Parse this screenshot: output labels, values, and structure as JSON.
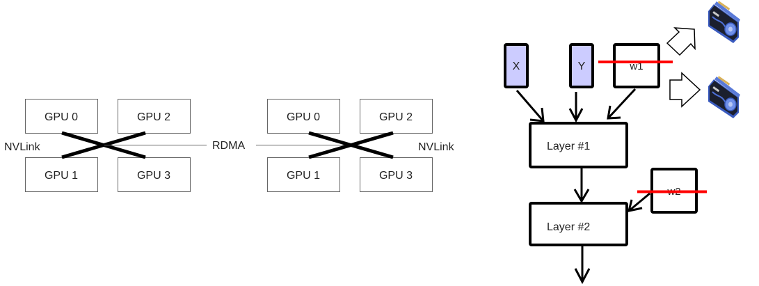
{
  "left_cluster": {
    "gpus": [
      "GPU 0",
      "GPU 2",
      "GPU 1",
      "GPU 3"
    ],
    "interconnect_label": "NVLink"
  },
  "network_label": "RDMA",
  "right_cluster": {
    "gpus": [
      "GPU 0",
      "GPU 2",
      "GPU 1",
      "GPU 3"
    ],
    "interconnect_label": "NVLink"
  },
  "model_graph": {
    "inputs": [
      "X",
      "Y"
    ],
    "weights": [
      "w1",
      "w2"
    ],
    "layers": [
      "Layer #1",
      "Layer #2"
    ],
    "input_fill_color": "#ccccff",
    "strike_color": "#ff0000"
  },
  "devices": {
    "icon": "graphics-card-icon",
    "count": 2
  }
}
